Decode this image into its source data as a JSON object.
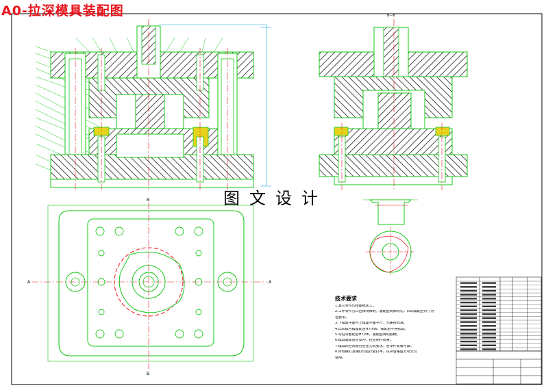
{
  "title": "A0-拉深模具装配图",
  "watermark": "图文设计",
  "section_label": "B—B",
  "axis_labels": {
    "a": "A",
    "b": "B"
  },
  "requirements": {
    "heading": "技术要求",
    "lines": [
      "1.其它零件均按图纸加工。",
      "2.工作零件刃口应保持锋利，装配后间隙均匀，凸凹模配合尺寸符",
      "合要求。",
      "3.下模座平面与上模座平面平行，允差按标准。",
      "4.凸凹模与模座配合H7/m6，装配后不得松动。",
      "5.导柱导套配合H7/h6，装配后滑动顺畅。",
      "6.模具装配后应试冲，检查制件质量。",
      "7.模具闭合高度符合压力机要求，各零件安装可靠。",
      "8.所有螺钉及销钉均应拧紧打牢，试冲合格后方可交付",
      "使用。"
    ]
  },
  "colors": {
    "outline": "#16c816",
    "centerline": "#e8141c",
    "hatch": "#1c1c1c",
    "dimension": "#19a8e6",
    "spring": "#e6d21c",
    "title": "#e8141c"
  }
}
